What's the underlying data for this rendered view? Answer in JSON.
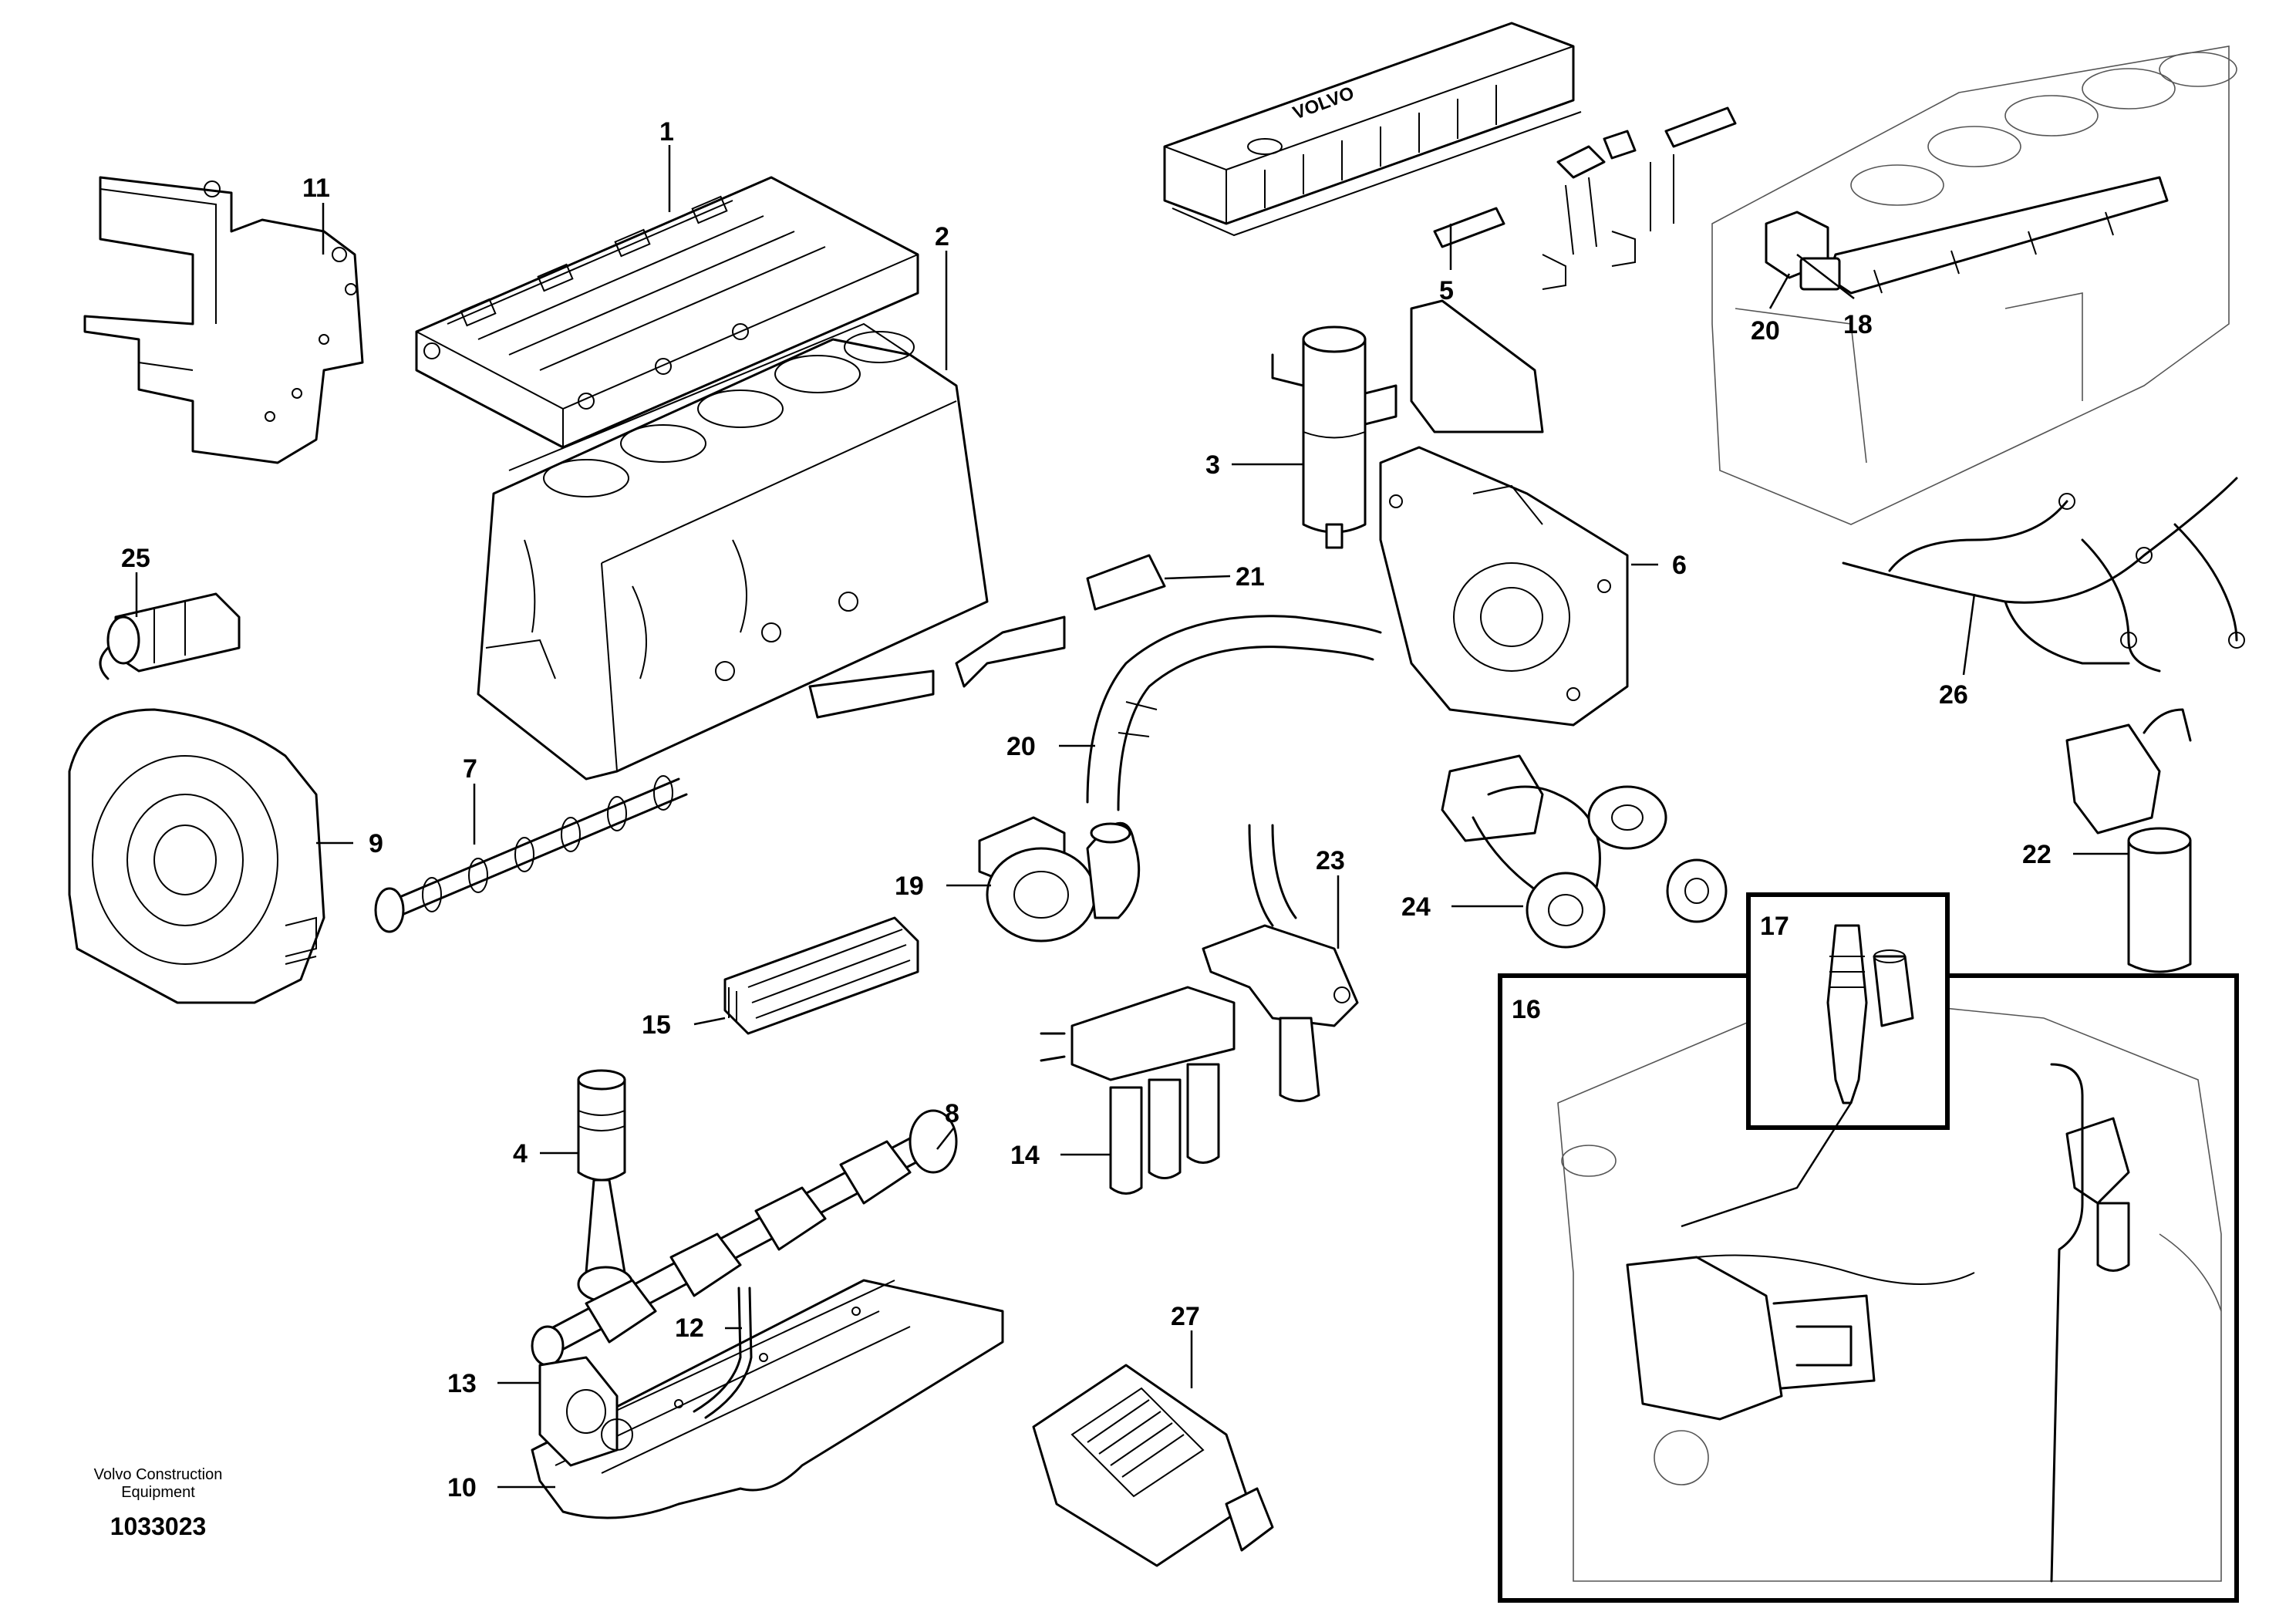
{
  "callouts": {
    "c1": "1",
    "c2": "2",
    "c3": "3",
    "c4": "4",
    "c5": "5",
    "c6": "6",
    "c7": "7",
    "c8": "8",
    "c9": "9",
    "c10": "10",
    "c11": "11",
    "c12": "12",
    "c13": "13",
    "c14": "14",
    "c15": "15",
    "c16": "16",
    "c17": "17",
    "c18": "18",
    "c19": "19",
    "c20a": "20",
    "c20b": "20",
    "c21": "21",
    "c22": "22",
    "c23": "23",
    "c24": "24",
    "c25": "25",
    "c26": "26",
    "c27": "27"
  },
  "footer": {
    "brand_line1": "Volvo Construction",
    "brand_line2": "Equipment",
    "doc_number": "1033023"
  },
  "cover_lettering": "VOLVO"
}
